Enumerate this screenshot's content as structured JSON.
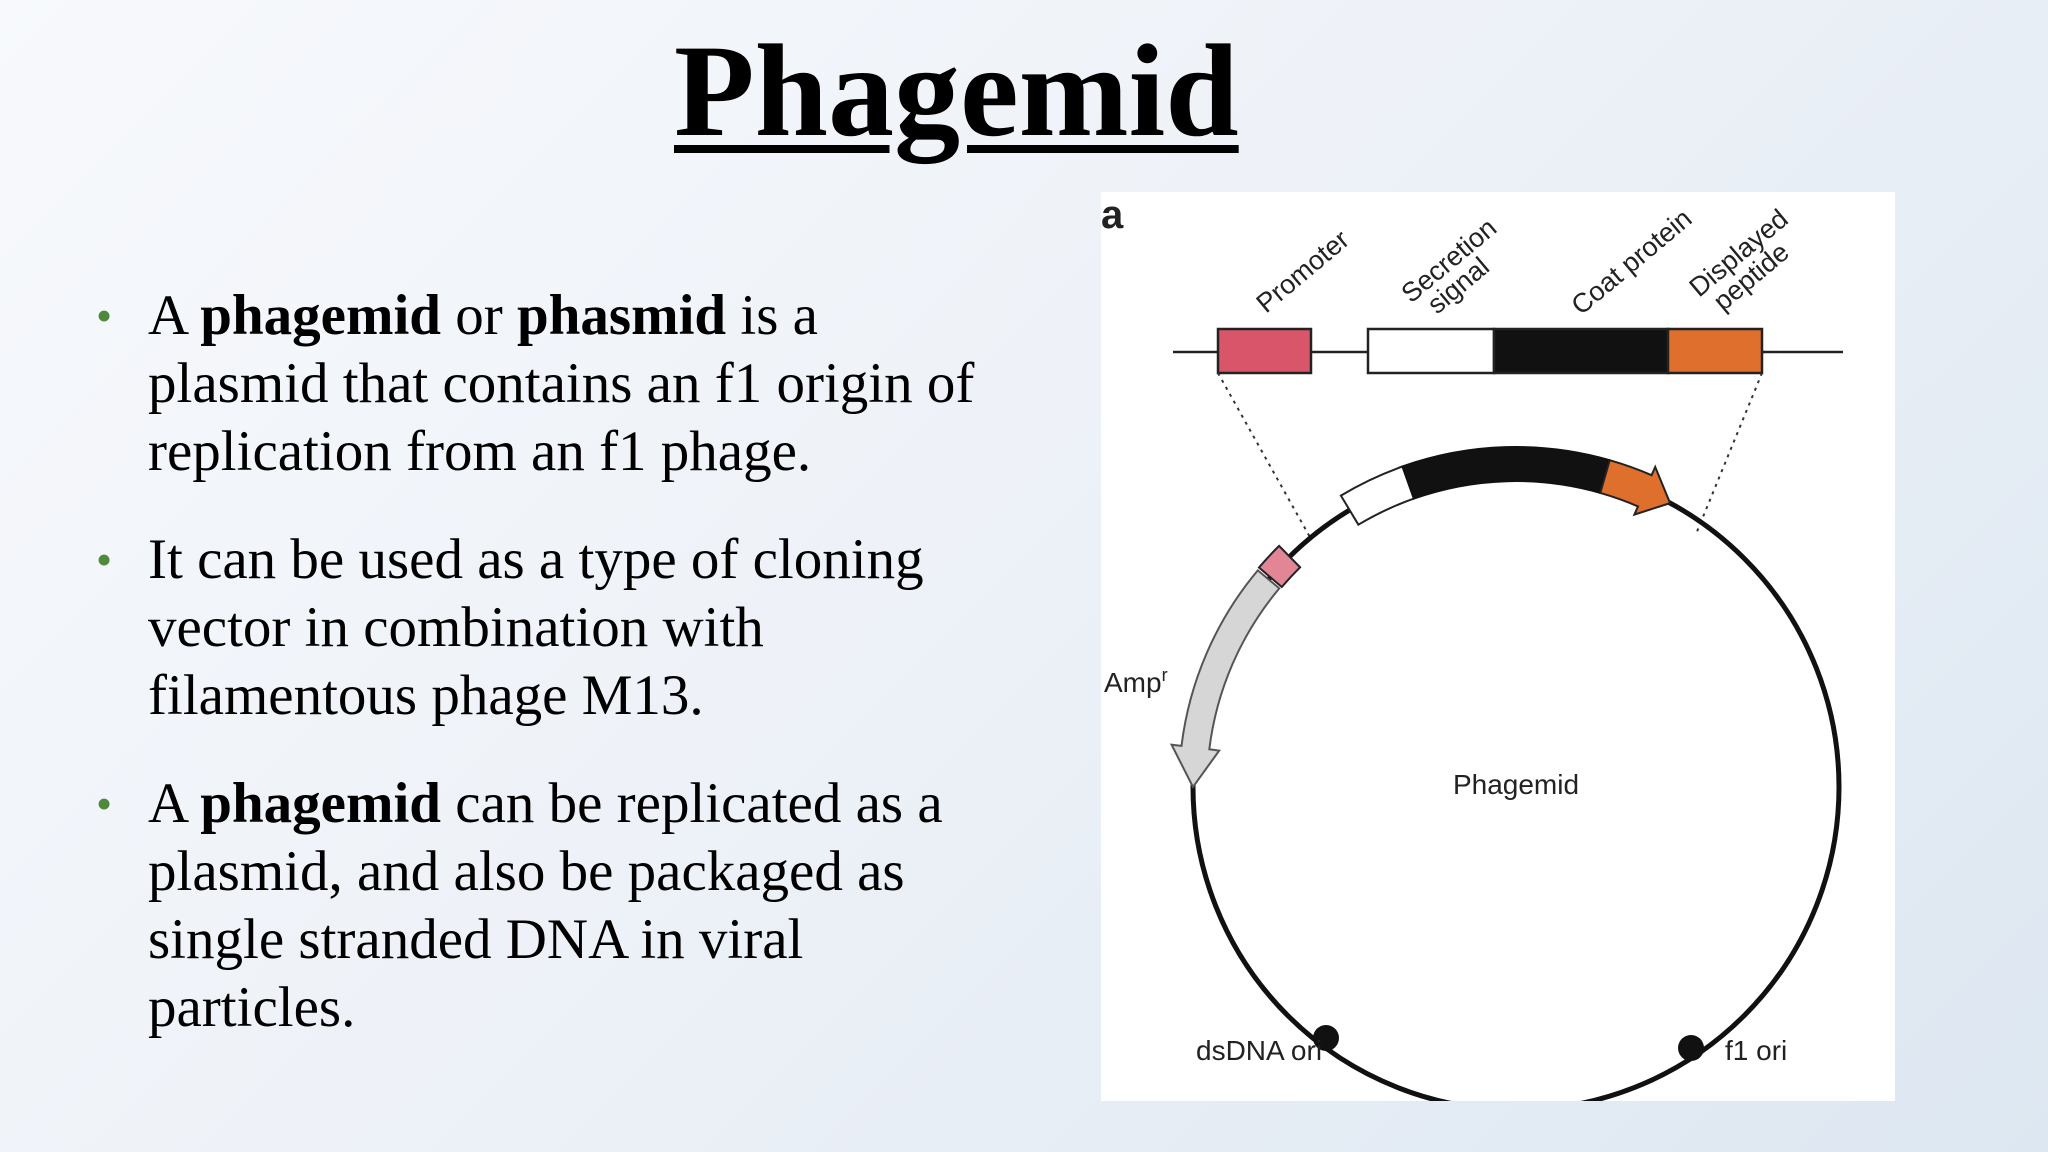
{
  "slide": {
    "title": "Phagemid",
    "bullets": [
      {
        "lines": [
          [
            {
              "t": "A ",
              "b": false
            },
            {
              "t": "phagemid",
              "b": true
            },
            {
              "t": " or ",
              "b": false
            },
            {
              "t": "phasmid",
              "b": true
            },
            {
              "t": " is a",
              "b": false
            }
          ],
          [
            {
              "t": "plasmid that contains an f1 origin of",
              "b": false
            }
          ],
          [
            {
              "t": "replication from an f1 phage.",
              "b": false
            }
          ]
        ]
      },
      {
        "lines": [
          [
            {
              "t": "It can be used as a type of cloning",
              "b": false
            }
          ],
          [
            {
              "t": "vector in combination with",
              "b": false
            }
          ],
          [
            {
              "t": "filamentous phage M13.",
              "b": false
            }
          ]
        ]
      },
      {
        "lines": [
          [
            {
              "t": "A ",
              "b": false
            },
            {
              "t": "phagemid",
              "b": true
            },
            {
              "t": " can be replicated as a",
              "b": false
            }
          ],
          [
            {
              "t": "plasmid, and also be packaged as",
              "b": false
            }
          ],
          [
            {
              "t": "single stranded DNA in viral",
              "b": false
            }
          ],
          [
            {
              "t": "particles.",
              "b": false
            }
          ]
        ]
      }
    ]
  },
  "diagram": {
    "panel_letter": "a",
    "construct_labels": {
      "promoter": "Promoter",
      "secretion_line1": "Secretion",
      "secretion_line2": "signal",
      "coat_protein": "Coat protein",
      "displayed_line1": "Displayed",
      "displayed_line2": "peptide"
    },
    "center_label": "Phagemid",
    "amp_label": "Amp",
    "amp_superscript": "r",
    "dsdna_label": "dsDNA ori",
    "f1_label": "f1 ori",
    "colors": {
      "promoter": "#d9566a",
      "promoter_light": "#e28595",
      "secretion": "#ffffff",
      "coat": "#111111",
      "peptide": "#df6f2c",
      "amp": "#d6d6d6",
      "bullet": "#4f8a3c"
    }
  }
}
